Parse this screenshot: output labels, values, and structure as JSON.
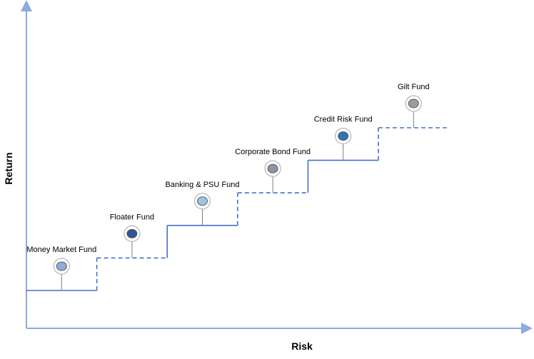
{
  "axes": {
    "x_label": "Risk",
    "y_label": "Return",
    "axis_color": "#8faadc"
  },
  "staircase": {
    "solid_color": "#4472c4",
    "dashed_color": "#4472c4"
  },
  "funds": [
    {
      "label": "Money Market Fund",
      "order": 1,
      "fill": "#8faadc",
      "line_style": "solid"
    },
    {
      "label": "Floater Fund",
      "order": 2,
      "fill": "#2f5597",
      "line_style": "dashed"
    },
    {
      "label": "Banking & PSU Fund",
      "order": 3,
      "fill": "#9dc3e6",
      "line_style": "solid"
    },
    {
      "label": "Corporate Bond Fund",
      "order": 4,
      "fill": "#8c95a3",
      "line_style": "dashed"
    },
    {
      "label": "Credit Risk Fund",
      "order": 5,
      "fill": "#2e75b6",
      "line_style": "solid"
    },
    {
      "label": "Gilt Fund",
      "order": 6,
      "fill": "#9a9da3",
      "line_style": "dashed"
    }
  ]
}
